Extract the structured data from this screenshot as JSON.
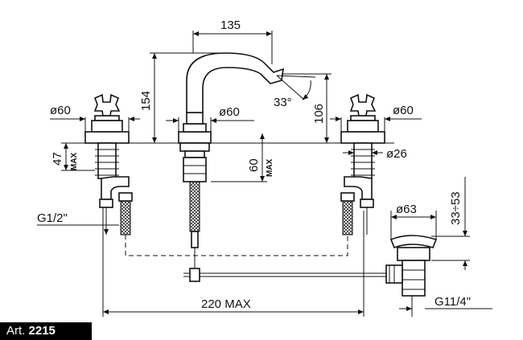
{
  "dimensions": {
    "spout_reach": "135",
    "spout_height": "154",
    "spout_angle": "33°",
    "spout_outlet_height": "106",
    "handle_left_diameter": "ø60",
    "handle_right_diameter": "ø60",
    "spout_base_diameter": "ø60",
    "left_shank_length": "47",
    "left_shank_max": "MAX",
    "spout_shank_length": "60",
    "spout_shank_max": "MAX",
    "right_shank_diameter": "ø26",
    "left_connection_thread": "G1/2\"",
    "waste_diameter": "ø63",
    "waste_height_range": "33÷53",
    "overall_width": "220 MAX",
    "waste_thread": "G11/4\""
  },
  "article": {
    "prefix": "Art.",
    "number": "2215"
  }
}
